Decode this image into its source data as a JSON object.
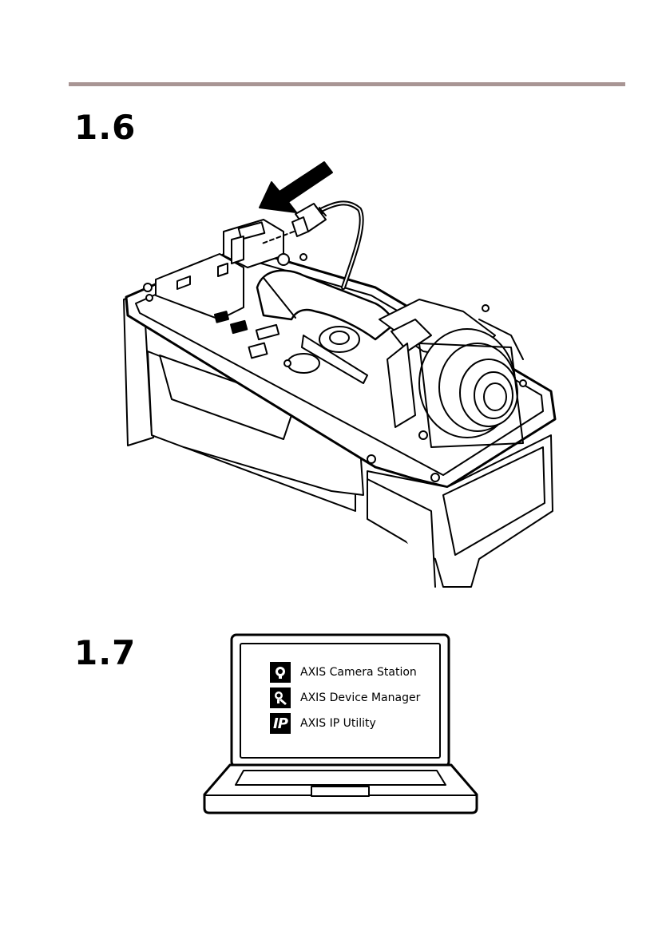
{
  "steps": {
    "step_1_6": "1.6",
    "step_1_7": "1.7"
  },
  "software": [
    {
      "label": "AXIS Camera Station",
      "icon": "camera-station-icon"
    },
    {
      "label": "AXIS Device Manager",
      "icon": "device-manager-icon"
    },
    {
      "label": "AXIS IP Utility",
      "icon": "ip-utility-icon",
      "icon_text": "IP"
    }
  ],
  "colors": {
    "rule": "#a89594",
    "ink": "#000000"
  }
}
